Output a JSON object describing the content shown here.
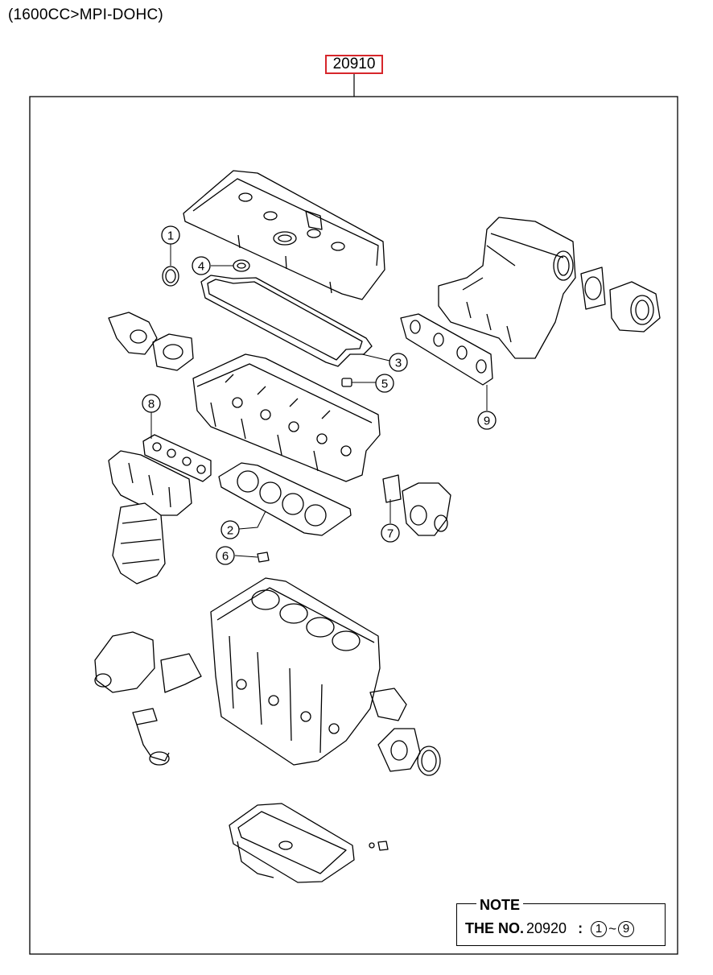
{
  "header": {
    "engine_label": "(1600CC>MPI-DOHC)"
  },
  "assembly": {
    "part_number": "20910"
  },
  "callouts": [
    {
      "id": "1",
      "label": "1"
    },
    {
      "id": "2",
      "label": "2"
    },
    {
      "id": "3",
      "label": "3"
    },
    {
      "id": "4",
      "label": "4"
    },
    {
      "id": "5",
      "label": "5"
    },
    {
      "id": "6",
      "label": "6"
    },
    {
      "id": "7",
      "label": "7"
    },
    {
      "id": "8",
      "label": "8"
    },
    {
      "id": "9",
      "label": "9"
    }
  ],
  "note": {
    "title": "NOTE",
    "prefix": "THE NO.",
    "part_number": "20920",
    "separator": ":",
    "range_start": "1",
    "range_tilde": "~",
    "range_end": "9"
  },
  "colors": {
    "highlight_border": "#d6262b",
    "line": "#000000"
  }
}
